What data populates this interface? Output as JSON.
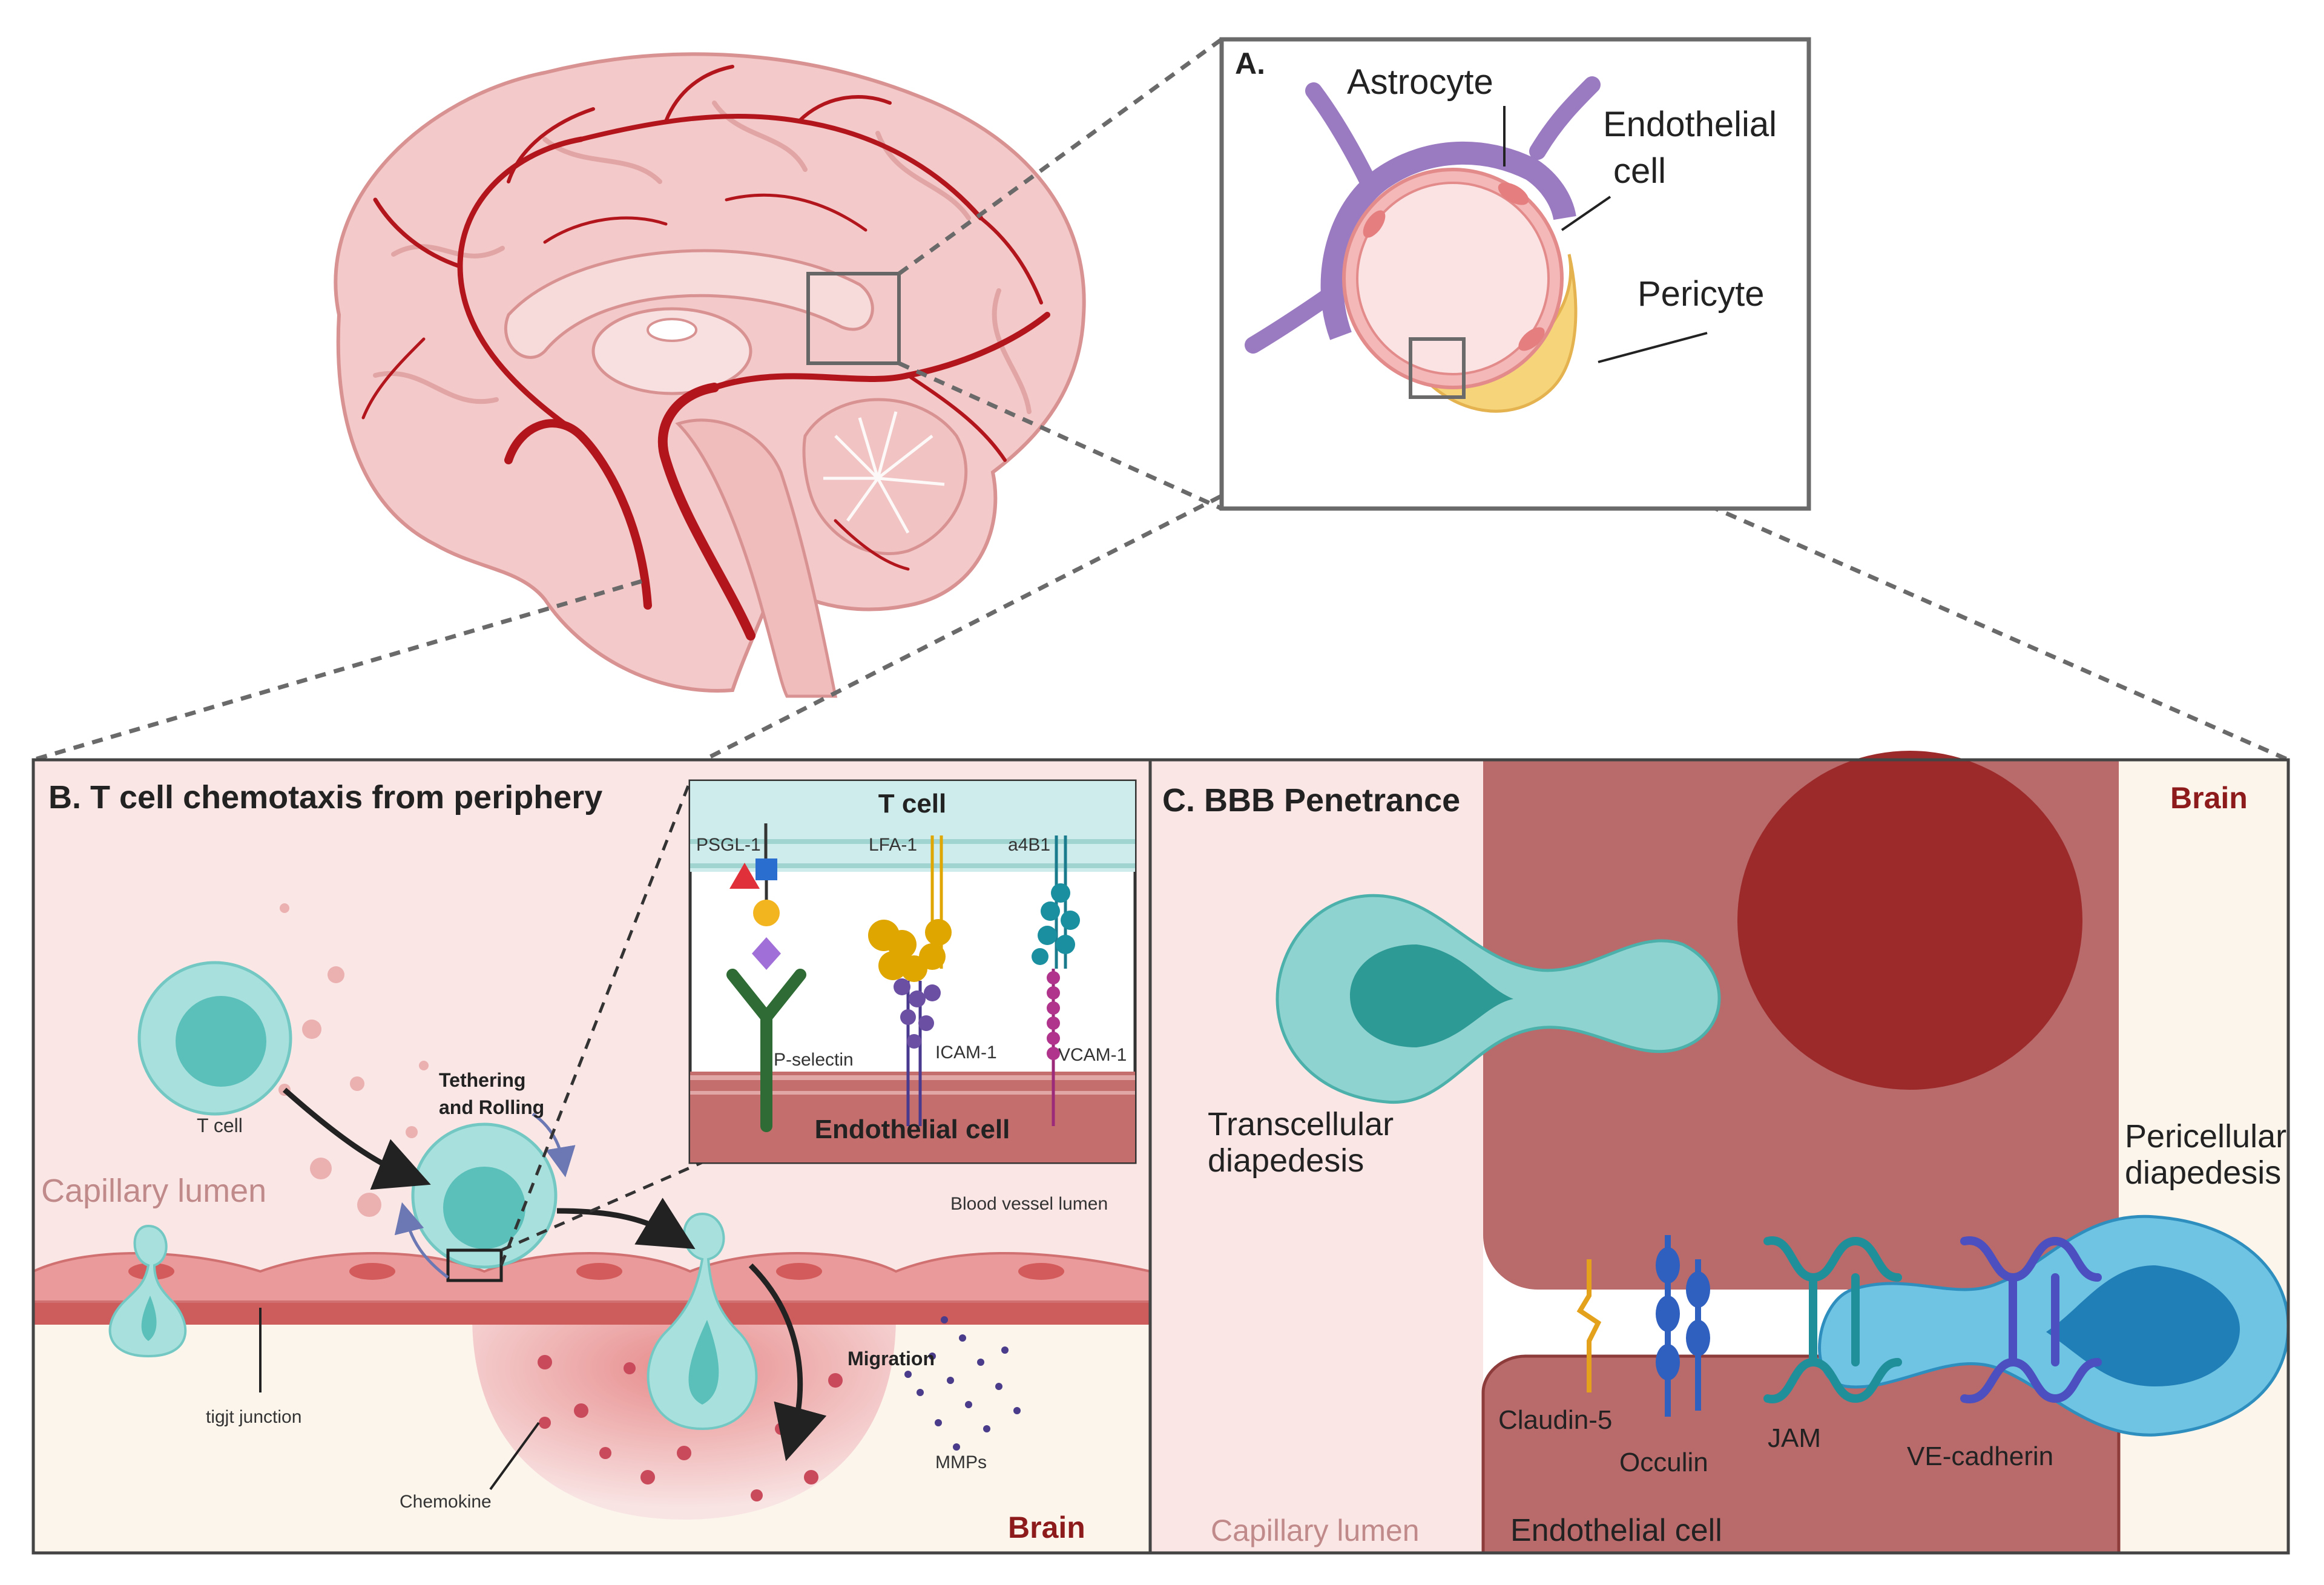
{
  "panelA": {
    "letter": "A.",
    "astrocyte": "Astrocyte",
    "endothelial_line1": "Endothelial",
    "endothelial_line2": "cell",
    "pericyte": "Pericyte"
  },
  "panelB": {
    "title": "B. T cell chemotaxis from periphery",
    "tcell": "T cell",
    "tethering_line1": "Tethering",
    "tethering_line2": "and Rolling",
    "capillary_lumen": "Capillary lumen",
    "blood_vessel_lumen": "Blood vessel lumen",
    "tight_junction": "tigjt junction",
    "migration": "Migration",
    "chemokine": "Chemokine",
    "mmps": "MMPs",
    "brain": "Brain",
    "inset": {
      "tcell": "T cell",
      "psgl1": "PSGL-1",
      "lfa1": "LFA-1",
      "a4b1": "a4B1",
      "pselectin": "P-selectin",
      "icam1": "ICAM-1",
      "vcam1": "VCAM-1",
      "endothelial": "Endothelial cell"
    }
  },
  "panelC": {
    "title": "C. BBB Penetrance",
    "brain": "Brain",
    "transcellular_line1": "Transcellular",
    "transcellular_line2": "diapedesis",
    "pericellular_line1": "Pericellular",
    "pericellular_line2": "diapedesis",
    "claudin5": "Claudin-5",
    "occulin": "Occulin",
    "jam": "JAM",
    "vecadherin": "VE-cadherin",
    "capillary_lumen": "Capillary lumen",
    "endothelial": "Endothelial cell"
  },
  "colors": {
    "brain_fill": "#f4c9c9",
    "artery": "#b3151d",
    "astrocyte": "#9a7ac0",
    "pericyte": "#f6d57a",
    "tcell": "#8fd3d0",
    "tcell_nucleus": "#5bbfba",
    "endothelium": "#e88e8e",
    "endothelial_dark": "#b96a6a",
    "nucleus_dark": "#9c2a2a",
    "brain_text": "#8e1b1b"
  }
}
